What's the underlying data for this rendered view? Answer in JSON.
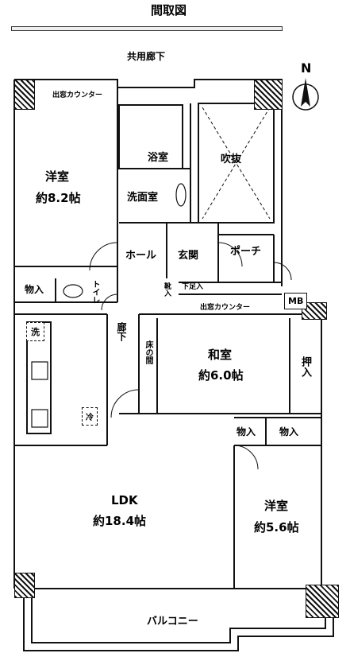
{
  "title": "間取図",
  "corridor": "共用廊下",
  "compass": "N",
  "rooms": {
    "western1": {
      "name": "洋室",
      "size": "約8.2帖"
    },
    "bath": "浴室",
    "atrium": "吹抜",
    "washroom": "洗面室",
    "hall": "ホール",
    "entrance": "玄関",
    "porch": "ポーチ",
    "storage1": "物入",
    "toilet": "トイレ",
    "shoe": "下足入",
    "shoe_small": "靴入",
    "mb": "MB",
    "window_counter1": "出窓カウンター",
    "window_counter2": "出窓カウンター",
    "wash": "洗",
    "hallway": "廊下",
    "tokonoma": "床の間",
    "japanese": {
      "name": "和室",
      "size": "約6.0帖"
    },
    "closet": "押入",
    "fridge": "冷",
    "storage2": "物入",
    "storage3": "物入",
    "ldk": {
      "name": "LDK",
      "size": "約18.4帖"
    },
    "western2": {
      "name": "洋室",
      "size": "約5.6帖"
    },
    "balcony": "バルコニー"
  }
}
